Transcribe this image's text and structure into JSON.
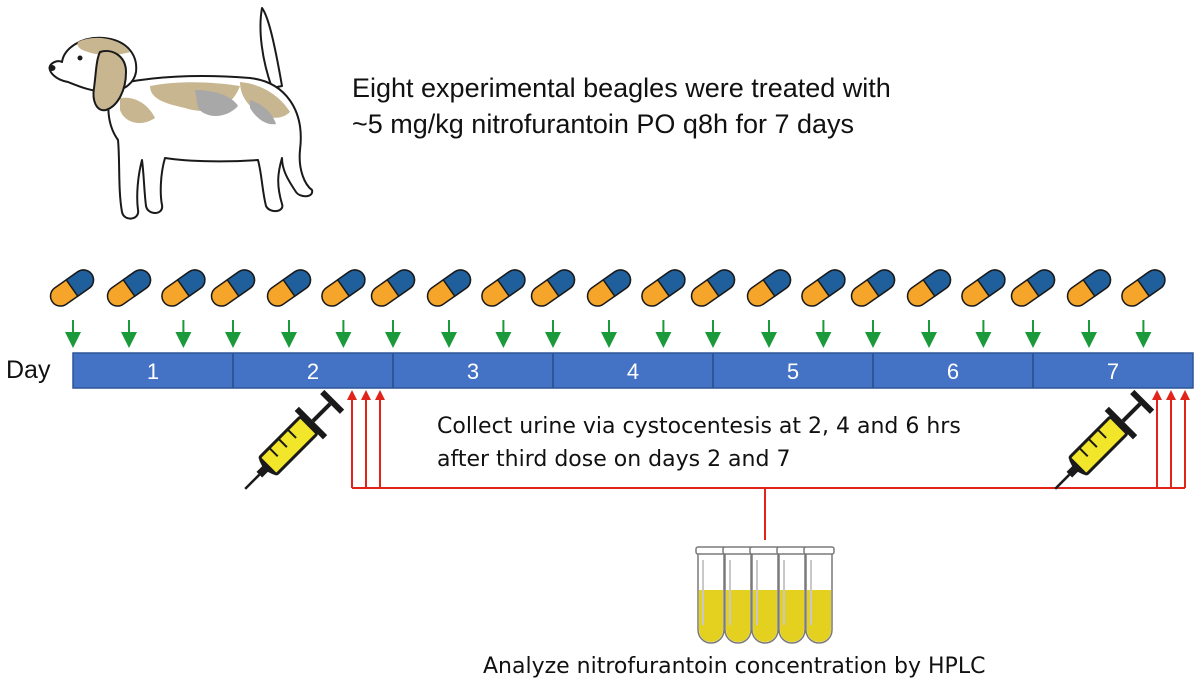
{
  "description": {
    "line1": "Eight experimental beagles were treated with",
    "line2": "~5 mg/kg nitrofurantoin PO q8h for 7 days"
  },
  "timeline": {
    "label": "Day",
    "days": [
      "1",
      "2",
      "3",
      "4",
      "5",
      "6",
      "7"
    ],
    "bar_color": "#4472c4",
    "divider_color": "#2f5597"
  },
  "doses": {
    "count": 21,
    "capsule_colors": {
      "cap": "#1f5f9b",
      "body": "#f4a52a"
    },
    "arrow_color": "#1a9a3a"
  },
  "collection": {
    "line1": "Collect urine via cystocentesis at 2, 4 and 6 hrs",
    "line2": "after third dose on days 2 and 7",
    "arrow_color": "#e2231a",
    "sample_hours": [
      2,
      4,
      6
    ],
    "sample_days": [
      2,
      7
    ]
  },
  "analysis": {
    "label": "Analyze nitrofurantoin concentration by HPLC",
    "tube_count": 5,
    "sample_color": "#e4d11f"
  },
  "icons": {
    "dog": "beagle-dog-icon",
    "capsule": "capsule-icon",
    "syringe": "syringe-icon",
    "tubes": "test-tubes-icon"
  }
}
